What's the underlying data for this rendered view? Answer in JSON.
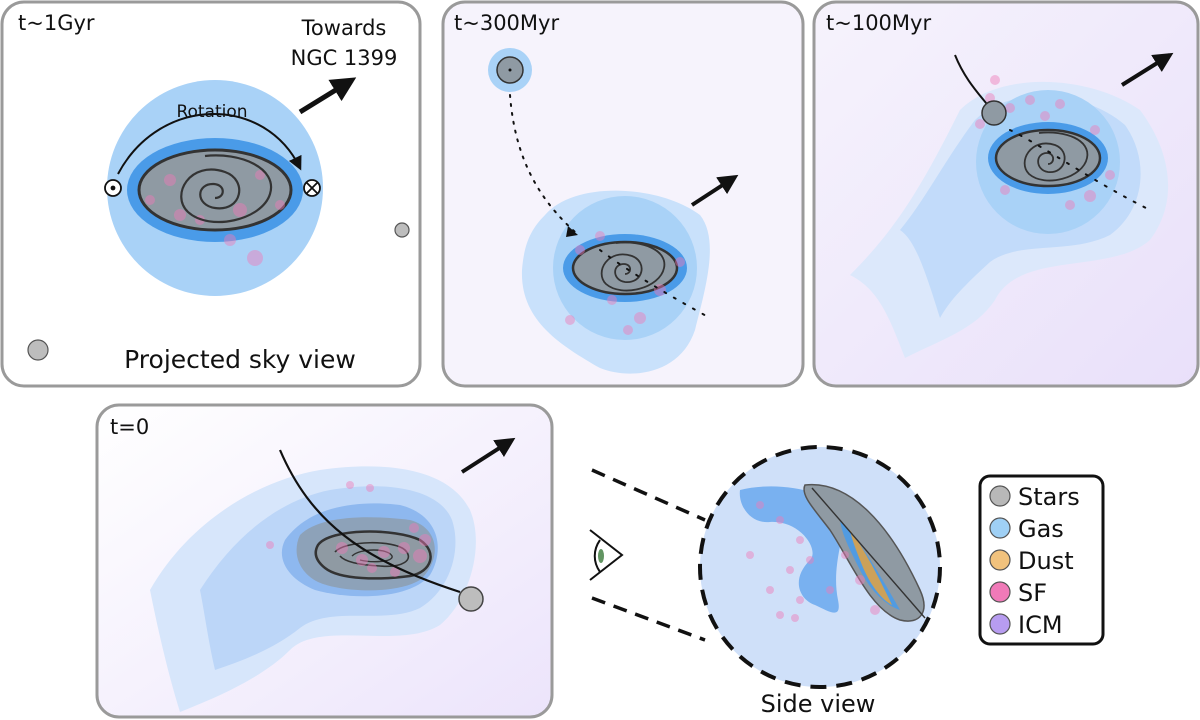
{
  "panels": {
    "p1": {
      "time": "t~1Gyr",
      "towards_line1": "Towards",
      "towards_line2": "NGC 1399",
      "rotation": "Rotation",
      "caption": "Projected sky view"
    },
    "p2": {
      "time": "t~300Myr"
    },
    "p3": {
      "time": "t~100Myr"
    },
    "p4": {
      "time": "t=0"
    },
    "side": {
      "caption": "Side view"
    }
  },
  "legend": {
    "items": [
      {
        "label": "Stars",
        "color": "#b8b8b8"
      },
      {
        "label": "Gas",
        "color": "#9fd0f5"
      },
      {
        "label": "Dust",
        "color": "#f1c27d"
      },
      {
        "label": "SF",
        "color": "#f07ab8"
      },
      {
        "label": "ICM",
        "color": "#b79cf0"
      }
    ]
  },
  "colors": {
    "gas_halo": "#a9d2f7",
    "gas_disk": "#4a9be8",
    "stars": "#8c8f93",
    "sf": "#f07ab8",
    "icm_tint": "#efe9fb",
    "panel_border": "#9a9a9a"
  }
}
